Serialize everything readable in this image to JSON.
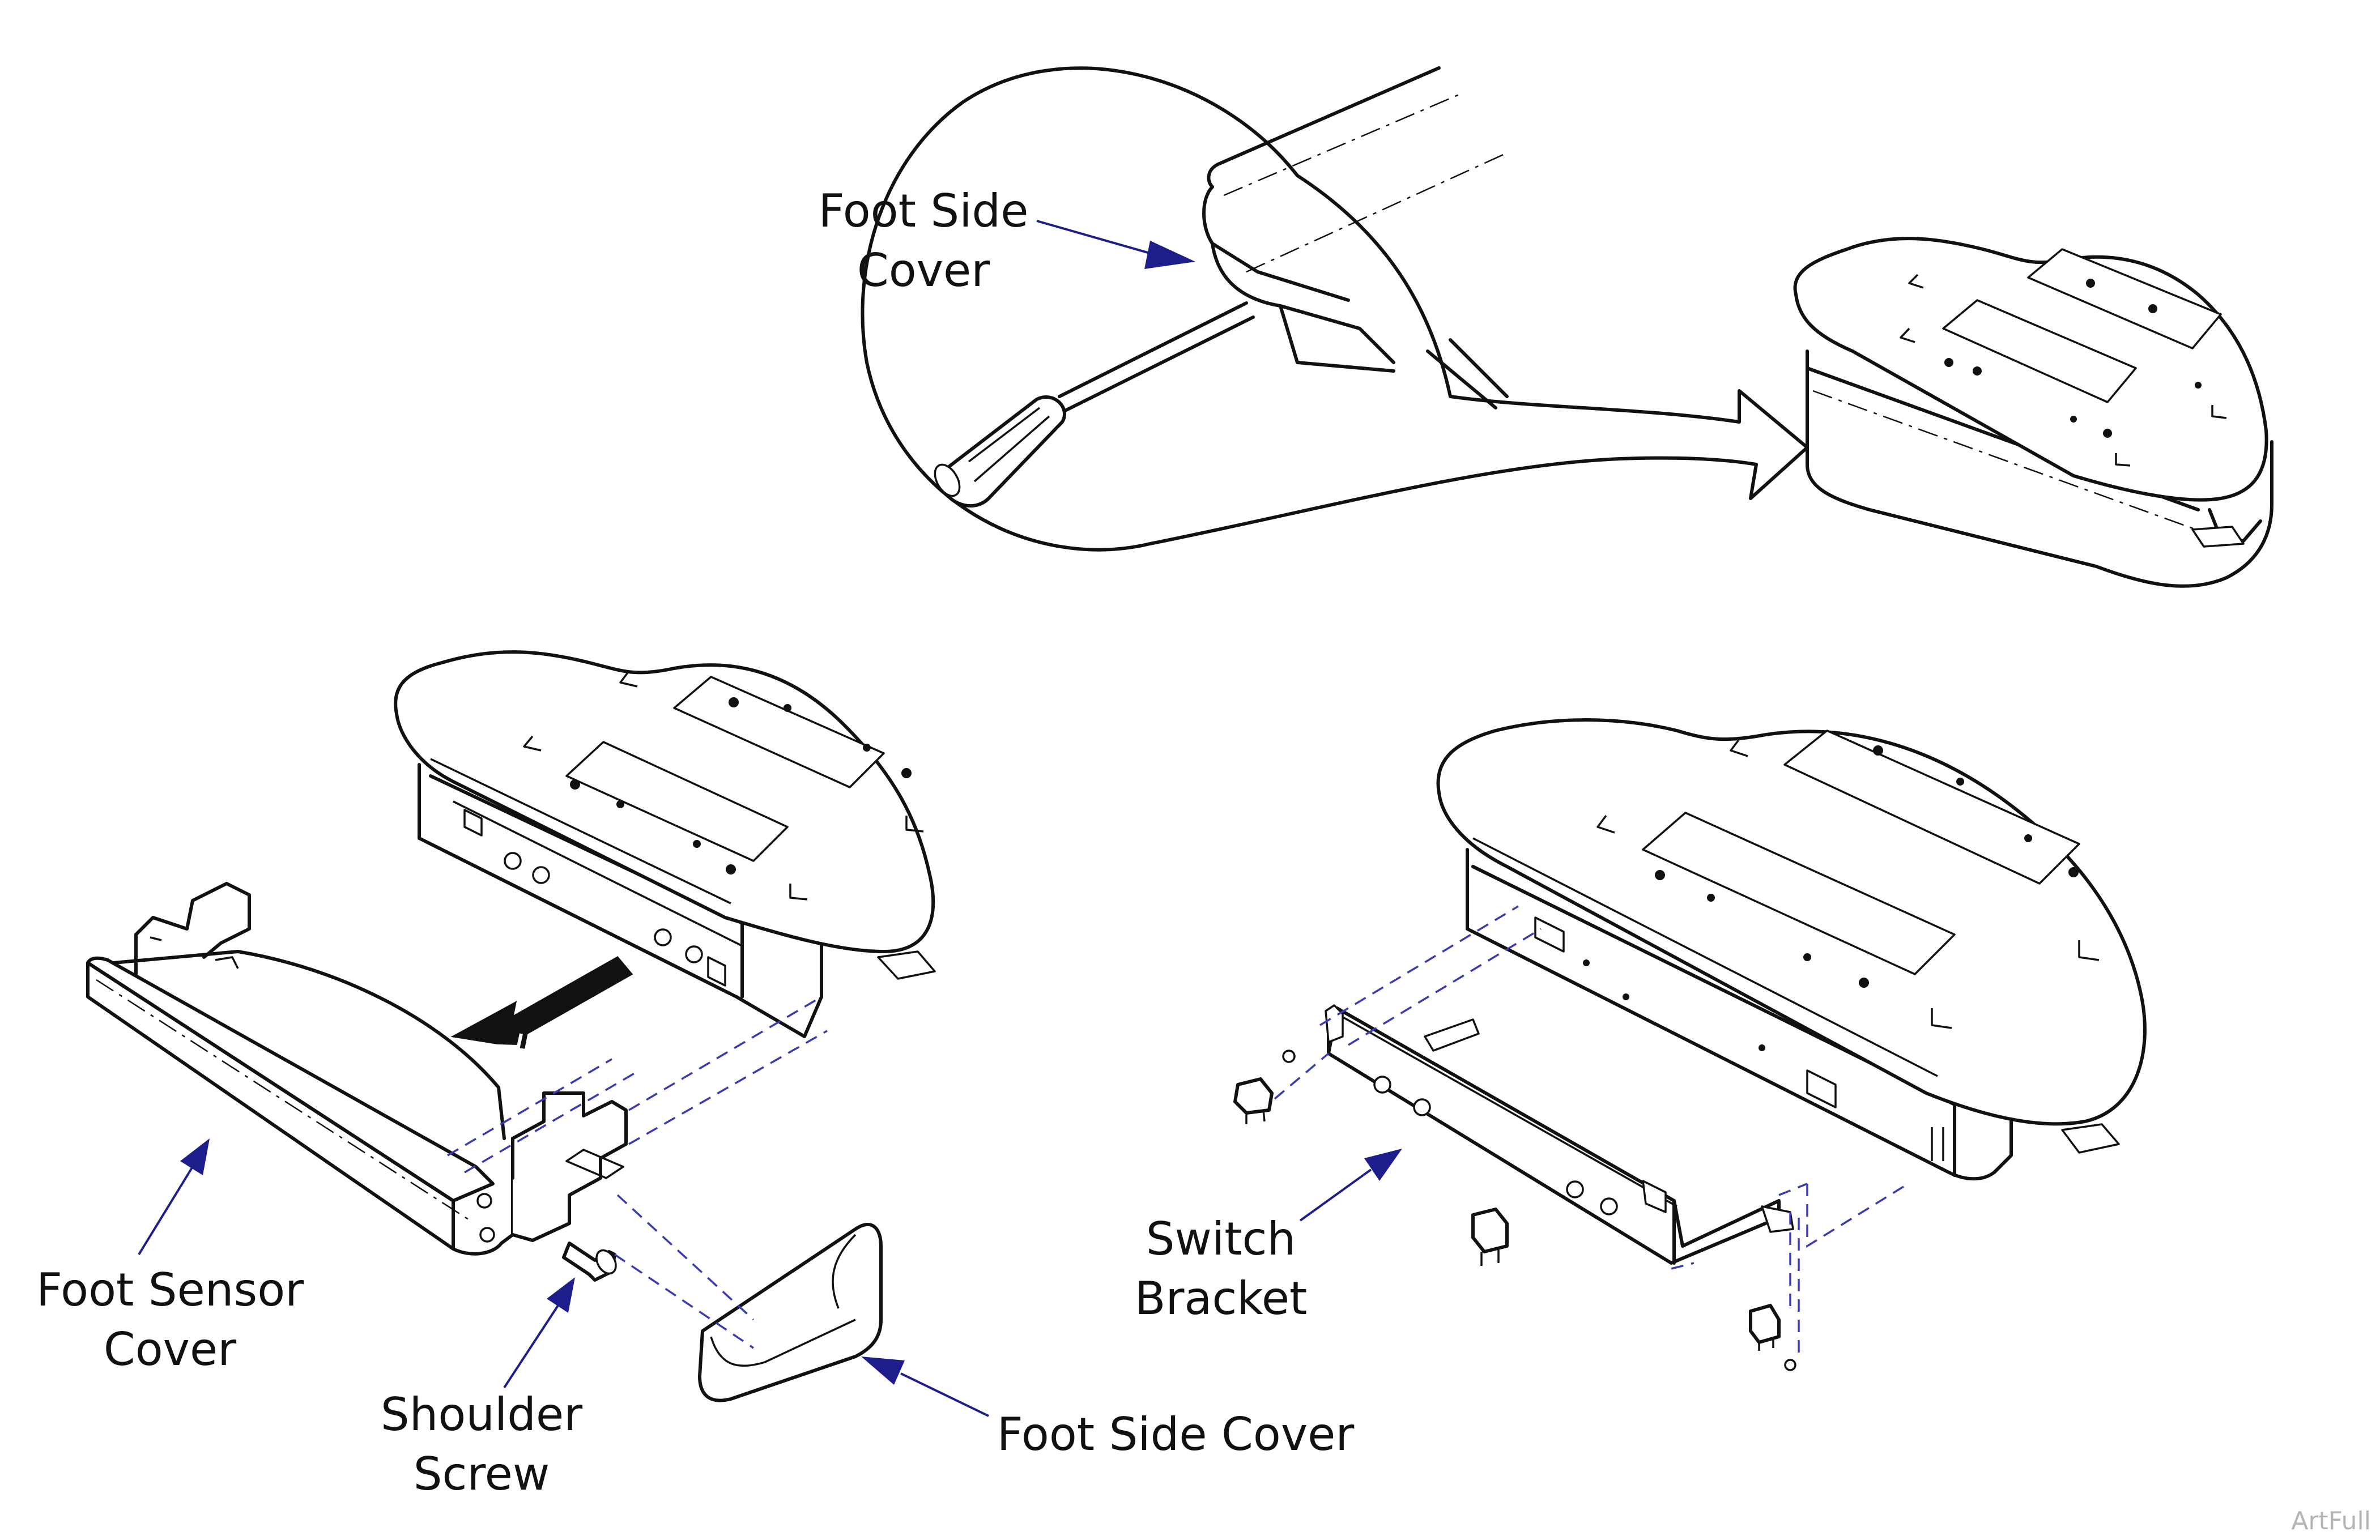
{
  "labels": {
    "foot_side_cover_detail_line1": "Foot Side",
    "foot_side_cover_detail_line2": "Cover",
    "foot_sensor_cover_line1": "Foot Sensor",
    "foot_sensor_cover_line2": "Cover",
    "shoulder_screw_line1": "Shoulder",
    "shoulder_screw_line2": "Screw",
    "foot_side_cover": "Foot Side Cover",
    "switch_bracket_line1": "Switch",
    "switch_bracket_line2": "Bracket"
  },
  "watermark": "ArtFull",
  "colors": {
    "line": "#111111",
    "leader": "#1d1d8c",
    "dashed": "#3b3bb0",
    "watermark": "#b5b5b5"
  }
}
